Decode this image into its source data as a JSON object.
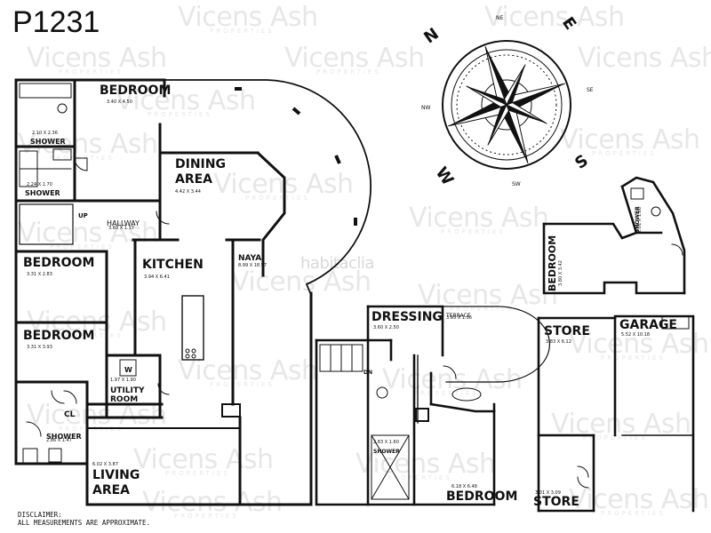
{
  "property_ref": "P1231",
  "watermark": {
    "brand": "Vicens Ash",
    "sub": "PROPERTIES",
    "stamp": "habitaclia"
  },
  "compass": {
    "N": "N",
    "E": "E",
    "S": "S",
    "W": "W",
    "NE": "NE",
    "SE": "SE",
    "SW": "SW",
    "NW": "NW"
  },
  "rooms": {
    "bedroom_top": {
      "name": "BEDROOM",
      "dims": "3.40 X 4.50"
    },
    "shower_1": {
      "name": "SHOWER",
      "dims": "2.10 X 2.36"
    },
    "shower_2": {
      "name": "SHOWER",
      "dims": "2.24 X 1.70"
    },
    "dining": {
      "name1": "DINING",
      "name2": "AREA",
      "dims": "4.42 X 3.44"
    },
    "hallway": {
      "name": "HALLWAY",
      "dims": "3.60 X 1.37"
    },
    "up": "UP",
    "bedroom_2": {
      "name": "BEDROOM",
      "dims": "3.31 X 2.83"
    },
    "kitchen": {
      "name": "KITCHEN",
      "dims": "3.94 X 6.41"
    },
    "naya": {
      "name": "NAYA",
      "dims": "8.99 X 18.97"
    },
    "bedroom_3": {
      "name": "BEDROOM",
      "dims": "3.31 X 3.93"
    },
    "w": "W",
    "utility": {
      "name1": "UTILITY",
      "name2": "ROOM",
      "dims": "1.97 X 1.90"
    },
    "cl": "CL",
    "shower_3": {
      "name": "SHOWER",
      "dims": "2.86 X 1.47"
    },
    "living": {
      "name1": "LIVING",
      "name2": "AREA",
      "dims": "6.02 X 3.87"
    },
    "dressing": {
      "name": "DRESSING",
      "dims": "3.60 X 2.50"
    },
    "terrace": {
      "name": "TERRACE",
      "dims": "3.93 X 1.36"
    },
    "dn": "DN",
    "shower_4": {
      "name": "SHOWER",
      "dims": "2.83 X 1.60"
    },
    "bedroom_lower": {
      "name": "BEDROOM",
      "dims": "6.18 X 6.48"
    },
    "bedroom_right": {
      "name": "BEDROOM",
      "dims": "3.80 X 3.42"
    },
    "shower_right": {
      "name": "SHOWER",
      "dims": "2.01 X 1.66"
    },
    "store_1": {
      "name": "STORE",
      "dims": "3.83 X 6.12"
    },
    "garage": {
      "name": "GARAGE",
      "dims": "5.52 X 10.18"
    },
    "store_2": {
      "name": "STORE",
      "dims": "3.01 X 3.09"
    }
  },
  "disclaimer": {
    "line1": "DISCLAIMER:",
    "line2": "ALL MEASUREMENTS ARE APPROXIMATE."
  }
}
